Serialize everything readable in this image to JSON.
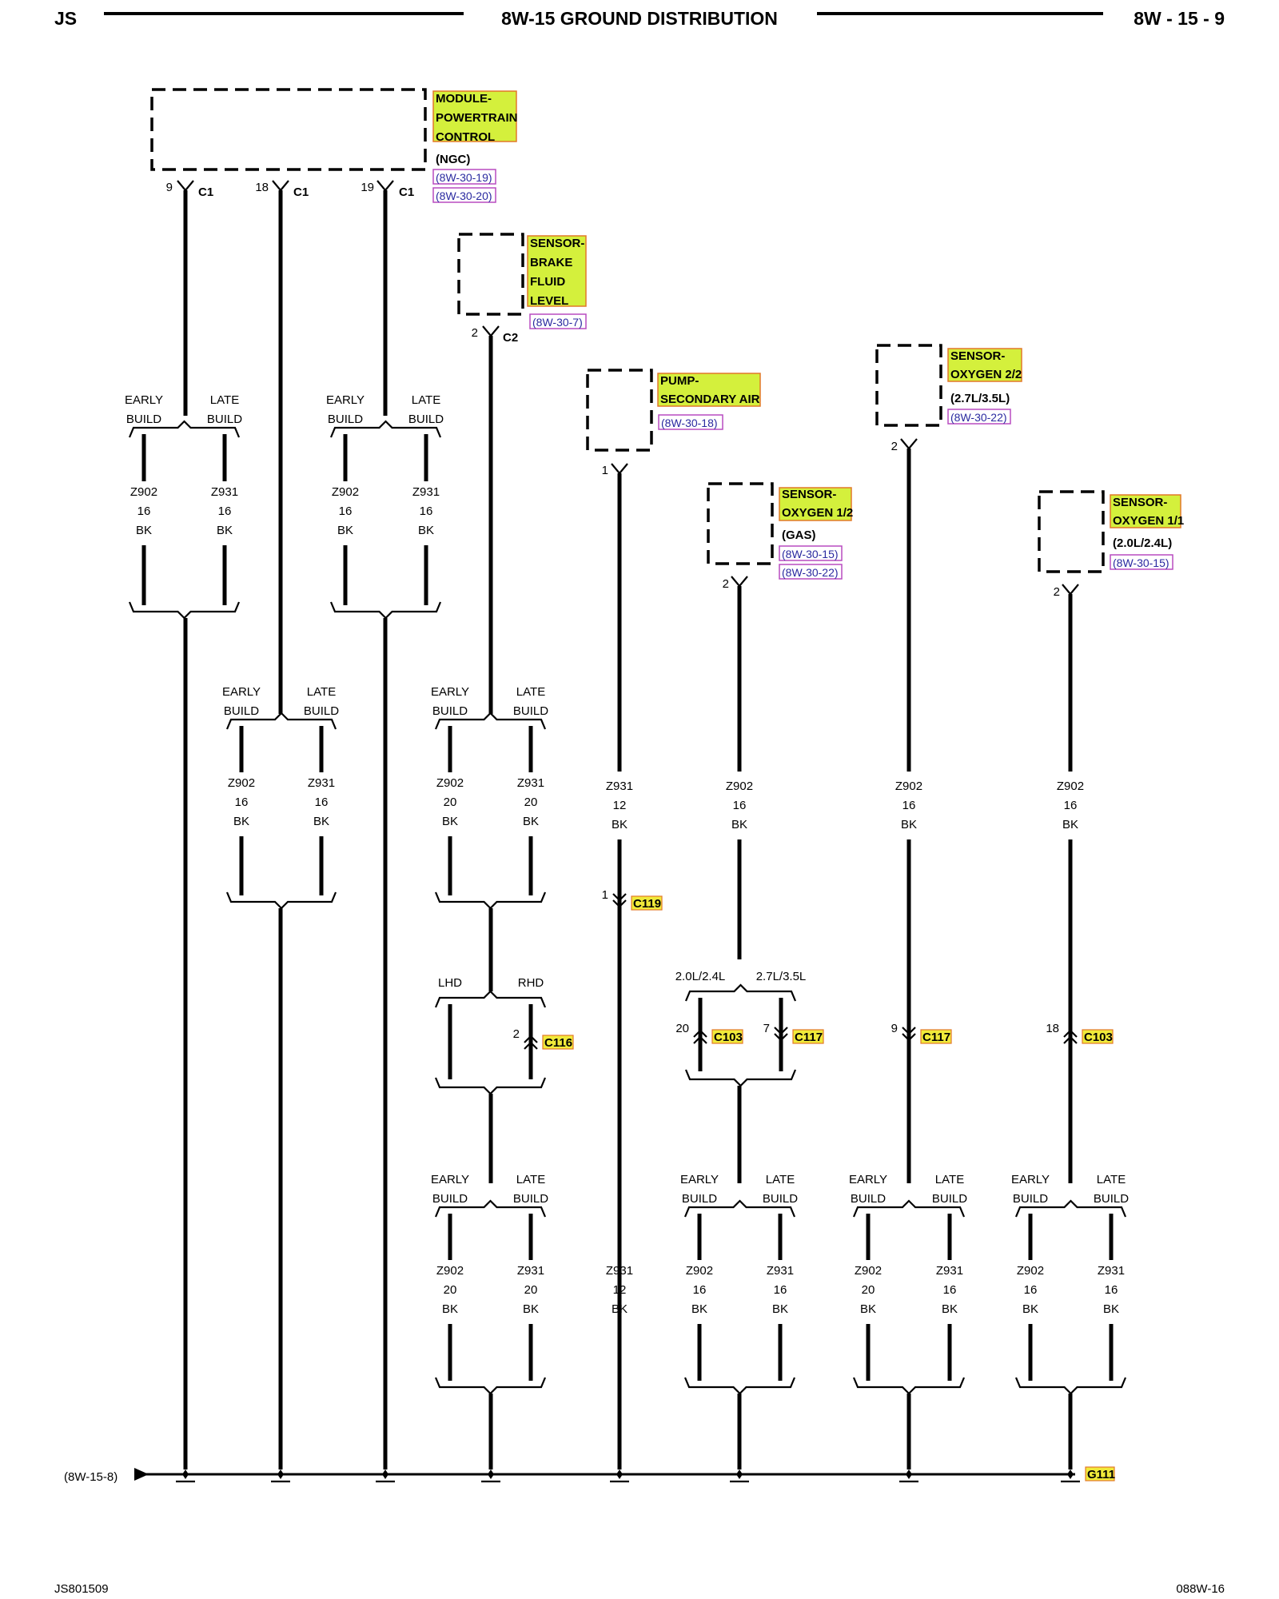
{
  "header": {
    "left": "JS",
    "title": "8W-15 GROUND DISTRIBUTION",
    "right": "8W - 15 - 9"
  },
  "footer": {
    "left": "JS801509",
    "right": "088W-16"
  },
  "terms": {
    "early": "EARLY",
    "late": "LATE",
    "build": "BUILD",
    "lhd": "LHD",
    "rhd": "RHD"
  },
  "components": {
    "pcm": {
      "line1": "MODULE-",
      "line2": "POWERTRAIN",
      "line3": "CONTROL",
      "note": "(NGC)",
      "ref1": "(8W-30-19)",
      "ref2": "(8W-30-20)"
    },
    "brake": {
      "line1": "SENSOR-",
      "line2": "BRAKE",
      "line3": "FLUID",
      "line4": "LEVEL",
      "ref1": "(8W-30-7)"
    },
    "pump": {
      "line1": "PUMP-",
      "line2": "SECONDARY AIR",
      "ref1": "(8W-30-18)"
    },
    "o2_12": {
      "line1": "SENSOR-",
      "line2": "OXYGEN 1/2",
      "note": "(GAS)",
      "ref1": "(8W-30-15)",
      "ref2": "(8W-30-22)"
    },
    "o2_22": {
      "line1": "SENSOR-",
      "line2": "OXYGEN 2/2",
      "note": "(2.7L/3.5L)",
      "ref1": "(8W-30-22)"
    },
    "o2_11": {
      "line1": "SENSOR-",
      "line2": "OXYGEN 1/1",
      "note": "(2.0L/2.4L)",
      "ref1": "(8W-30-15)"
    }
  },
  "pins": {
    "p9": "9",
    "p18": "18",
    "p19": "19",
    "c1": "C1",
    "brake_pin": "2",
    "c2": "C2",
    "pump_pin": "1",
    "o2_12_pin": "2",
    "o2_22_pin": "2",
    "o2_11_pin": "2"
  },
  "wires": {
    "z902": "Z902",
    "z931": "Z931",
    "g16": "16",
    "g20": "20",
    "g12": "12",
    "bk": "BK"
  },
  "connectors": {
    "c119": {
      "pin": "1",
      "id": "C119"
    },
    "c116": {
      "pin": "2",
      "id": "C116"
    },
    "c103a": {
      "pin": "20",
      "id": "C103"
    },
    "c117a": {
      "pin": "7",
      "id": "C117"
    },
    "c117b": {
      "pin": "9",
      "id": "C117"
    },
    "c103b": {
      "pin": "18",
      "id": "C103"
    }
  },
  "engine_labels": {
    "left": "2.0L/2.4L",
    "right": "2.7L/3.5L"
  },
  "ground": {
    "ref": "(8W-15-8)",
    "id": "G111"
  }
}
